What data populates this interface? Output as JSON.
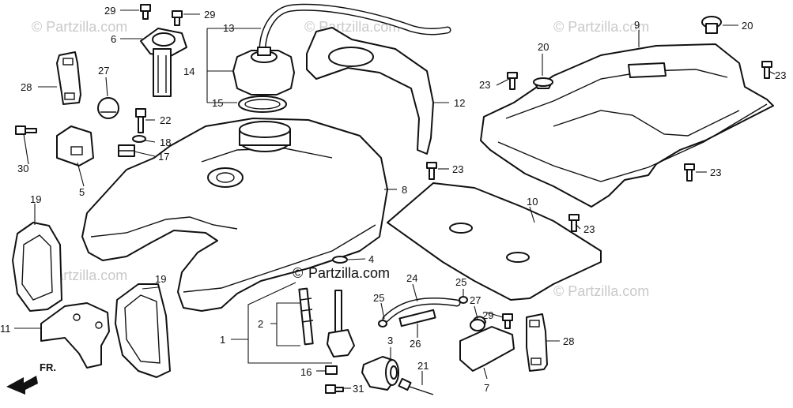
{
  "watermark": {
    "text": "© Partzilla.com",
    "color": "#c9c9c9"
  },
  "center_logo": {
    "text": "Partzilla.com",
    "copyright_symbol": "©"
  },
  "direction_indicator": {
    "label": "FR."
  },
  "callouts": {
    "c1": "1",
    "c2": "2",
    "c3": "3",
    "c4": "4",
    "c5": "5",
    "c6": "6",
    "c7": "7",
    "c8": "8",
    "c9": "9",
    "c10": "10",
    "c11": "11",
    "c12": "12",
    "c13": "13",
    "c14": "14",
    "c15": "15",
    "c16": "16",
    "c17": "17",
    "c18": "18",
    "c19": "19",
    "c20": "20",
    "c21": "21",
    "c22": "22",
    "c23": "23",
    "c24": "24",
    "c25": "25",
    "c26": "26",
    "c27": "27",
    "c28": "28",
    "c29": "29",
    "c30": "30",
    "c31": "31"
  }
}
